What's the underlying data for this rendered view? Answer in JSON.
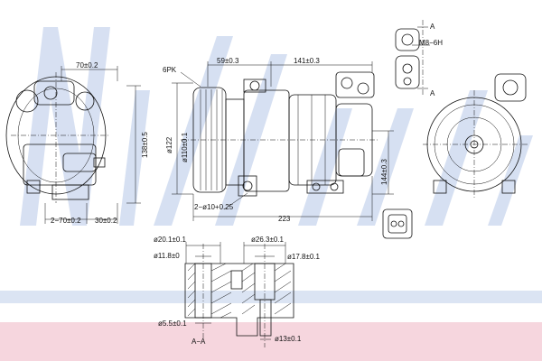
{
  "watermark": {
    "text": "Nissens",
    "color": "#c9d6ee"
  },
  "bands": {
    "blue": "#dbe4f3",
    "pink": "#f6d6de"
  },
  "labels": {
    "w70": "70±0.2",
    "h138": "138±0.5",
    "w2_70": "2−70±0.2",
    "w30": "30±0.2",
    "pk": "6PK",
    "w59": "59±0.3",
    "w141": "141±0.3",
    "d122": "ø122",
    "d110": "ø110±0.1",
    "d10": "2−ø10+0.25",
    "w223": "223",
    "h144": "144±0.3",
    "secA_top": "A",
    "secA_bot": "A",
    "m8": "M8−6H",
    "d201": "ø20.1±0.1",
    "d118": "ø11.8±0",
    "d263": "ø26.3±0.1",
    "d178": "ø17.8±0.1",
    "d65": "ø5.5±0.1",
    "d13": "ø13±0.1",
    "aa": "A−A"
  }
}
